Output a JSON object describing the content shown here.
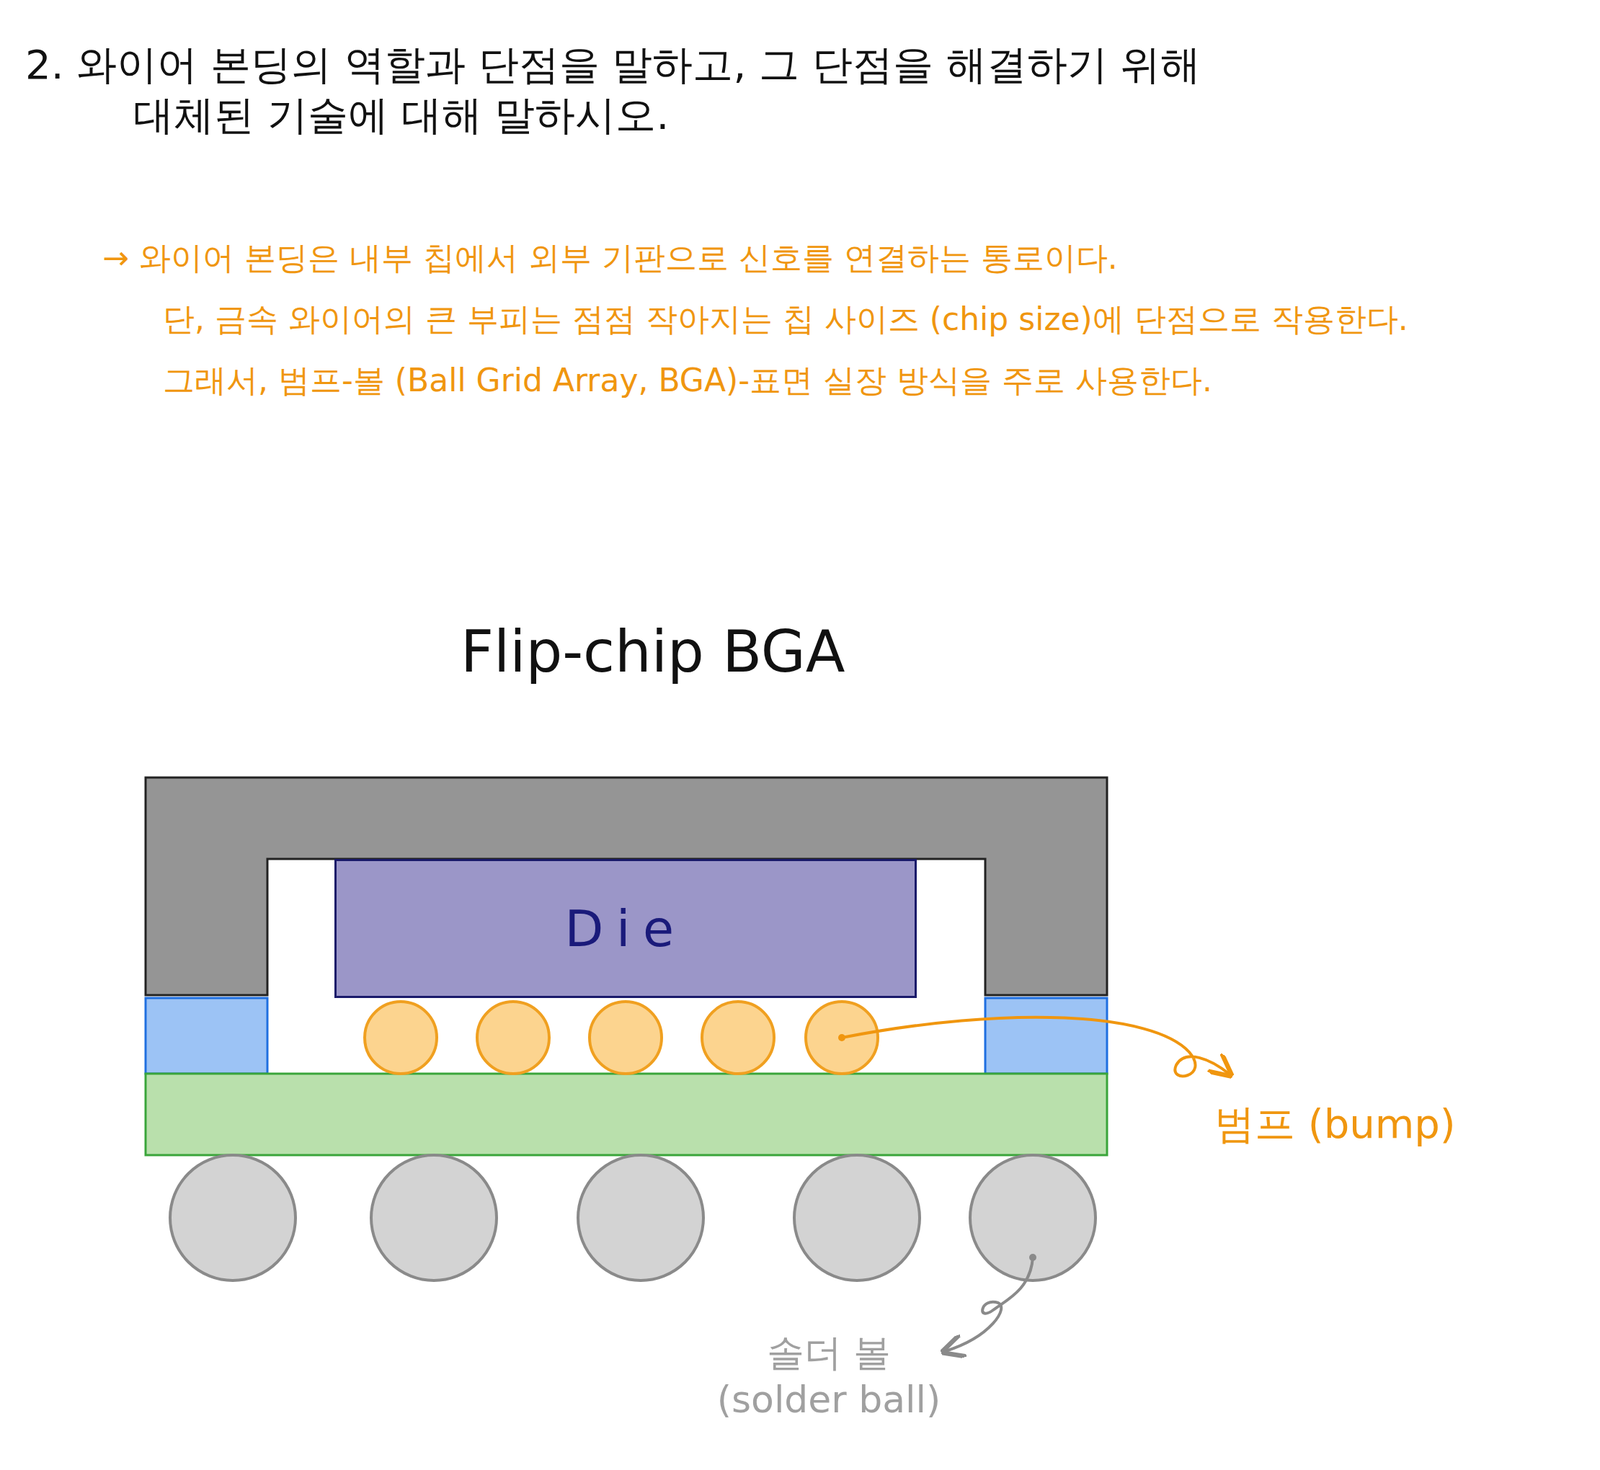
{
  "diagram": {
    "title": "2. 와이어 본딩의 역할과 단점을 말하고, 그 단점을 해결하기 위해 대체된 기술에 대해 말하시오.",
    "nodes": [
      {
        "text": [
          "Die"
        ]
      }
    ],
    "labels": [
      "→ 와이어 본딩은 내부 칩에서 외부 기판으로 신호를 연결하는 통로이다.",
      "단, 금속 와이어의 큰 부피는 점점 작아지는 칩 사이즈 (chip size)에 단점으로 작용한다.",
      "그래서, 범프-볼 (Ball Grid Array, BGA)-표면 실장 방식을 주로 사용한다.",
      "Flip-chip BGA",
      "범프 (bump)",
      "솔더 볼 (solder ball)"
    ]
  }
}
